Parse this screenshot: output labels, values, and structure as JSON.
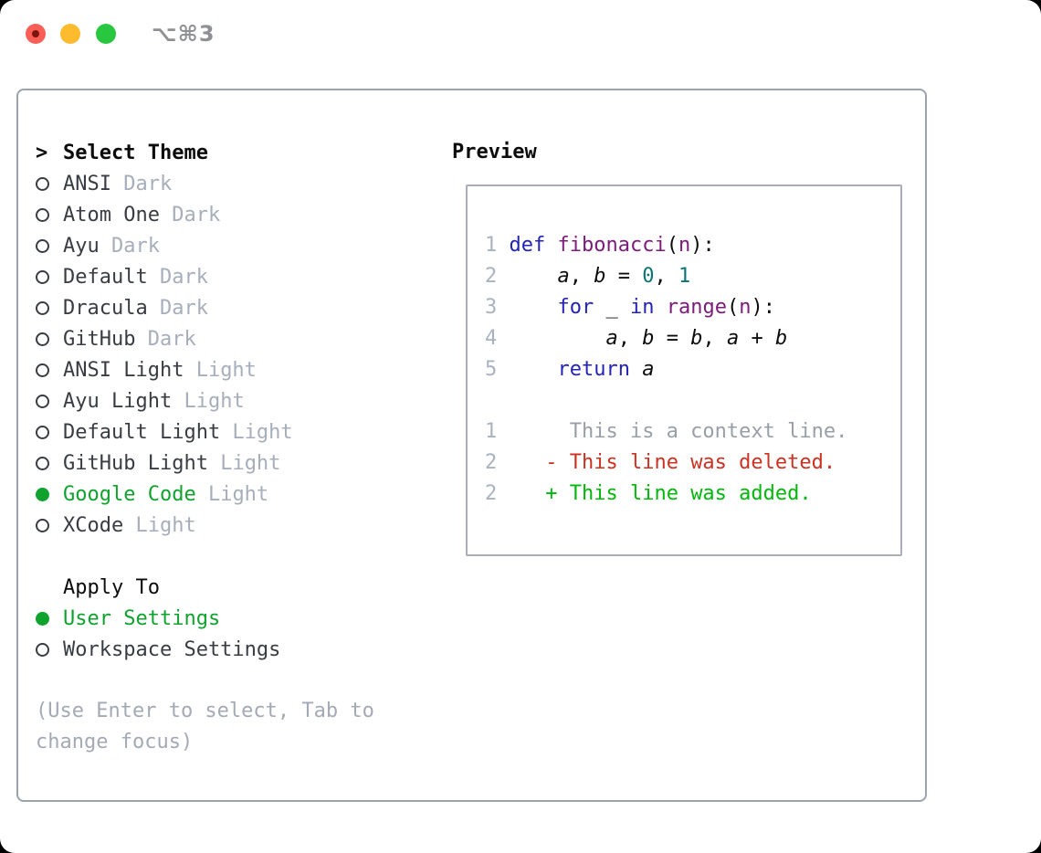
{
  "window": {
    "title": "⌥⌘3",
    "traffic_lights": [
      {
        "name": "close",
        "has_dot": true
      },
      {
        "name": "minimize",
        "has_dot": false
      },
      {
        "name": "zoom",
        "has_dot": false
      }
    ]
  },
  "theme_selector": {
    "header_prompt": ">",
    "header_label": "Select Theme",
    "items": [
      {
        "label": "ANSI",
        "variant": "Dark",
        "selected": false
      },
      {
        "label": "Atom One",
        "variant": "Dark",
        "selected": false
      },
      {
        "label": "Ayu",
        "variant": "Dark",
        "selected": false
      },
      {
        "label": "Default",
        "variant": "Dark",
        "selected": false
      },
      {
        "label": "Dracula",
        "variant": "Dark",
        "selected": false
      },
      {
        "label": "GitHub",
        "variant": "Dark",
        "selected": false
      },
      {
        "label": "ANSI Light",
        "variant": "Light",
        "selected": false
      },
      {
        "label": "Ayu Light",
        "variant": "Light",
        "selected": false
      },
      {
        "label": "Default Light",
        "variant": "Light",
        "selected": false
      },
      {
        "label": "GitHub Light",
        "variant": "Light",
        "selected": false
      },
      {
        "label": "Google Code",
        "variant": "Light",
        "selected": true
      },
      {
        "label": "XCode",
        "variant": "Light",
        "selected": false
      }
    ],
    "apply_to_label": "Apply To",
    "apply_to_options": [
      {
        "label": "User Settings",
        "selected": true
      },
      {
        "label": "Workspace Settings",
        "selected": false
      }
    ],
    "help_text": "(Use Enter to select, Tab to change focus)"
  },
  "preview": {
    "title": "Preview",
    "code_lines": [
      [
        {
          "t": "1 ",
          "s": "ln"
        },
        {
          "t": "def",
          "s": "kw"
        },
        {
          "t": " ",
          "s": "pl"
        },
        {
          "t": "fibonacci",
          "s": "fn"
        },
        {
          "t": "(",
          "s": "pl"
        },
        {
          "t": "n",
          "s": "fn"
        },
        {
          "t": "):",
          "s": "pl"
        }
      ],
      [
        {
          "t": "2 ",
          "s": "ln"
        },
        {
          "t": "    ",
          "s": "pl"
        },
        {
          "t": "a",
          "s": "var"
        },
        {
          "t": ", ",
          "s": "pl"
        },
        {
          "t": "b",
          "s": "var"
        },
        {
          "t": " = ",
          "s": "pl"
        },
        {
          "t": "0",
          "s": "num"
        },
        {
          "t": ", ",
          "s": "pl"
        },
        {
          "t": "1",
          "s": "num"
        }
      ],
      [
        {
          "t": "3 ",
          "s": "ln"
        },
        {
          "t": "    ",
          "s": "pl"
        },
        {
          "t": "for",
          "s": "kw"
        },
        {
          "t": " _ ",
          "s": "pl"
        },
        {
          "t": "in",
          "s": "kw"
        },
        {
          "t": " ",
          "s": "pl"
        },
        {
          "t": "range",
          "s": "fn"
        },
        {
          "t": "(",
          "s": "pl"
        },
        {
          "t": "n",
          "s": "fn"
        },
        {
          "t": "):",
          "s": "pl"
        }
      ],
      [
        {
          "t": "4 ",
          "s": "ln"
        },
        {
          "t": "        ",
          "s": "pl"
        },
        {
          "t": "a",
          "s": "var"
        },
        {
          "t": ", ",
          "s": "pl"
        },
        {
          "t": "b",
          "s": "var"
        },
        {
          "t": " = ",
          "s": "pl"
        },
        {
          "t": "b",
          "s": "var"
        },
        {
          "t": ", ",
          "s": "pl"
        },
        {
          "t": "a",
          "s": "var"
        },
        {
          "t": " + ",
          "s": "pl"
        },
        {
          "t": "b",
          "s": "var"
        }
      ],
      [
        {
          "t": "5 ",
          "s": "ln"
        },
        {
          "t": "    ",
          "s": "pl"
        },
        {
          "t": "return",
          "s": "kw"
        },
        {
          "t": " ",
          "s": "pl"
        },
        {
          "t": "a",
          "s": "var"
        }
      ],
      [],
      [
        {
          "t": "1 ",
          "s": "ln"
        },
        {
          "t": "     This is a context line.",
          "s": "ctx"
        }
      ],
      [
        {
          "t": "2 ",
          "s": "ln"
        },
        {
          "t": "   ",
          "s": "pl"
        },
        {
          "t": "- This line was deleted.",
          "s": "del"
        }
      ],
      [
        {
          "t": "2 ",
          "s": "ln"
        },
        {
          "t": "   ",
          "s": "pl"
        },
        {
          "t": "+ This line was added.",
          "s": "add"
        }
      ]
    ]
  },
  "colors": {
    "accent_green": "#0fa32e",
    "added_green": "#00b70b",
    "deleted_red": "#cc3122",
    "keyword_blue": "#2323b8",
    "function_purple": "#7c1b7c",
    "number_teal": "#0d7474",
    "text_black": "#0c0c0d",
    "text_dark": "#383c43",
    "muted": "#a7aebb",
    "help_gray": "#a3aab6",
    "line_number": "#a9b3c0",
    "context_gray": "#999fa8",
    "border_gray": "#9aa3ae",
    "preview_border": "#a9aeb6",
    "title_gray": "#8f9094",
    "traffic_red": "#f95f57",
    "traffic_red_dot": "#7d150e",
    "traffic_yellow": "#febb2e",
    "traffic_green": "#28c73f"
  }
}
